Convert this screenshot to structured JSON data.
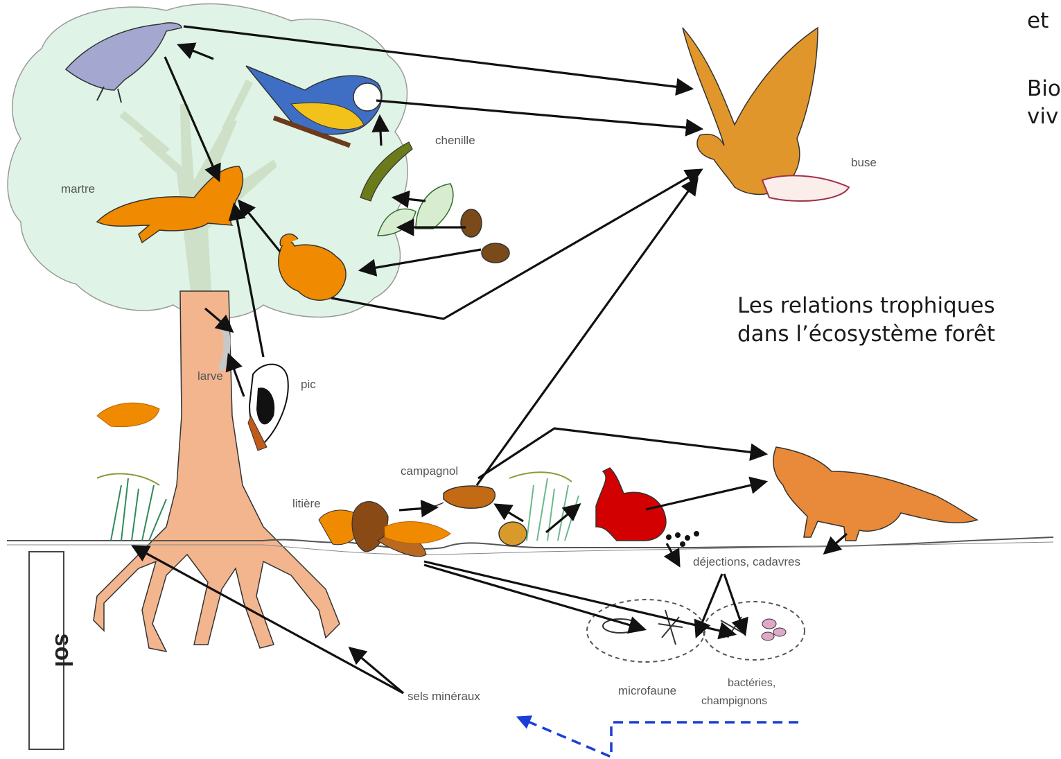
{
  "side_text": {
    "line1": "et",
    "line2": "Bio",
    "line3": "viv",
    "caption_line1": "Les relations trophiques",
    "caption_line2": "dans l’écosystème forêt"
  },
  "labels": {
    "martre": "martre",
    "chenille": "chenille",
    "buse": "buse",
    "larve": "larve",
    "pic": "pic",
    "campagnol": "campagnol",
    "litiere": "litière",
    "dejections": "déjections, cadavres",
    "microfaune": "microfaune",
    "bacteries": "bactéries,",
    "champignons": "champignons",
    "sels": "sels minéraux",
    "sol": "sol"
  },
  "colors": {
    "canopy": "#dff3e6",
    "trunk": "#f2b58e",
    "animal": "#f08a00",
    "hare": "#d20000",
    "arrow": "#111111",
    "mineral_cycle": "#1a3fd6"
  }
}
